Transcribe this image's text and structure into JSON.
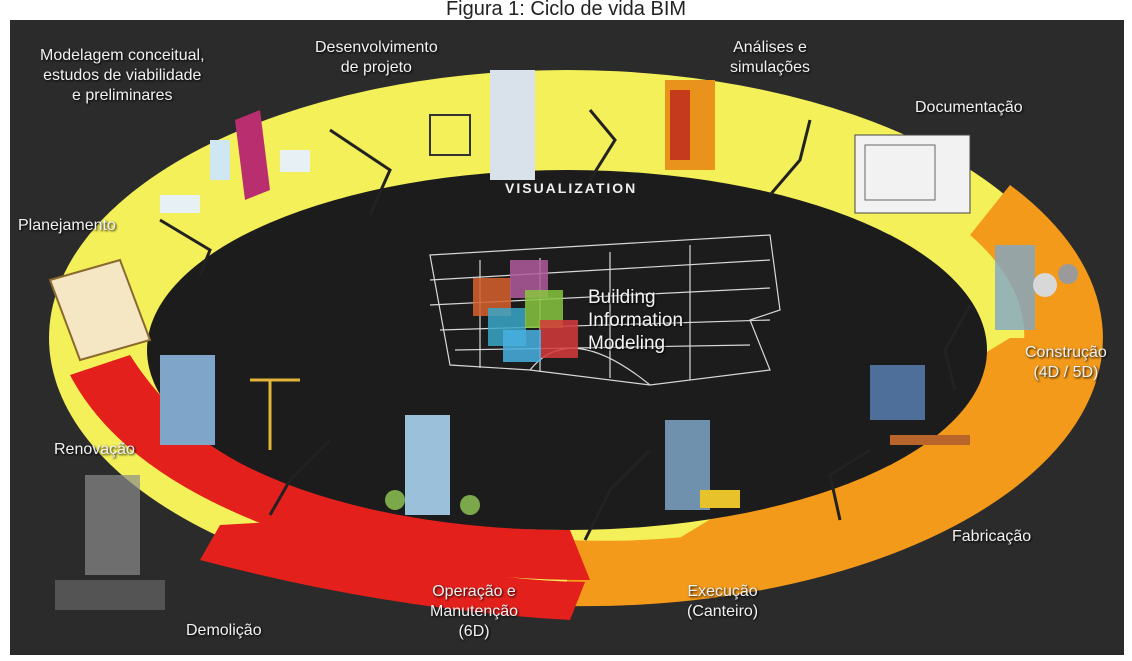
{
  "caption": "Figura 1: Ciclo de vida BIM",
  "center": {
    "line1": "Building",
    "line2": "Information",
    "line3": "Modeling"
  },
  "ring_label": "VISUALIZATION",
  "stages": {
    "conceitual": {
      "l1": "Modelagem conceitual,",
      "l2": "estudos de viabilidade",
      "l3": "e preliminares"
    },
    "desenvolvimento": {
      "l1": "Desenvolvimento",
      "l2": "de projeto"
    },
    "analises": {
      "l1": "Análises e",
      "l2": "simulações"
    },
    "documentacao": {
      "l1": "Documentação"
    },
    "planejamento": {
      "l1": "Planejamento"
    },
    "construcao": {
      "l1": "Construção",
      "l2": "(4D / 5D)"
    },
    "renovacao": {
      "l1": "Renovação"
    },
    "fabricacao": {
      "l1": "Fabricação"
    },
    "demolicao": {
      "l1": "Demolição"
    },
    "operacao": {
      "l1": "Operação e",
      "l2": "Manutenção",
      "l3": "(6D)"
    },
    "execucao": {
      "l1": "Execução",
      "l2": "(Canteiro)"
    }
  },
  "colors": {
    "background": "#2b2b2b",
    "yellow": "#f4f05a",
    "orange": "#f39a1a",
    "red": "#e4201c",
    "inner": "#1c1c1c"
  }
}
